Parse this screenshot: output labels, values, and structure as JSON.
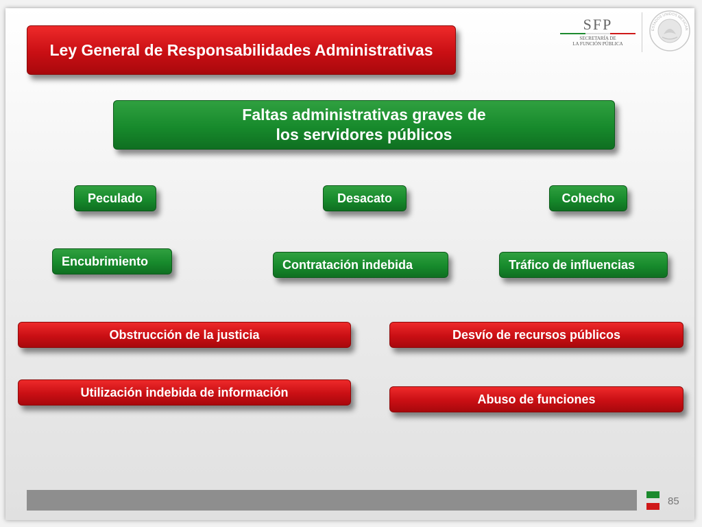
{
  "title": "Ley General de Responsabilidades Administrativas",
  "subtitle": "Faltas administrativas graves de los servidores públicos",
  "logo": {
    "name": "SFP",
    "line1": "SECRETARÍA DE",
    "line2": "LA FUNCIÓN PÚBLICA",
    "seal_text": "ESTADOS UNIDOS MEXICANOS"
  },
  "faltas": {
    "peculado": "Peculado",
    "desacato": "Desacato",
    "cohecho": "Cohecho",
    "encubrimiento": "Encubrimiento",
    "contratacion": "Contratación indebida",
    "trafico": "Tráfico de influencias",
    "obstruccion": "Obstrucción de la justicia",
    "desvio": "Desvío de recursos públicos",
    "utilizacion": "Utilización indebida de información",
    "abuso": "Abuso de funciones"
  },
  "page_number": "85",
  "colors": {
    "red": "#c90f14",
    "green": "#178a2c",
    "footer_gray": "#8e8e8e"
  }
}
